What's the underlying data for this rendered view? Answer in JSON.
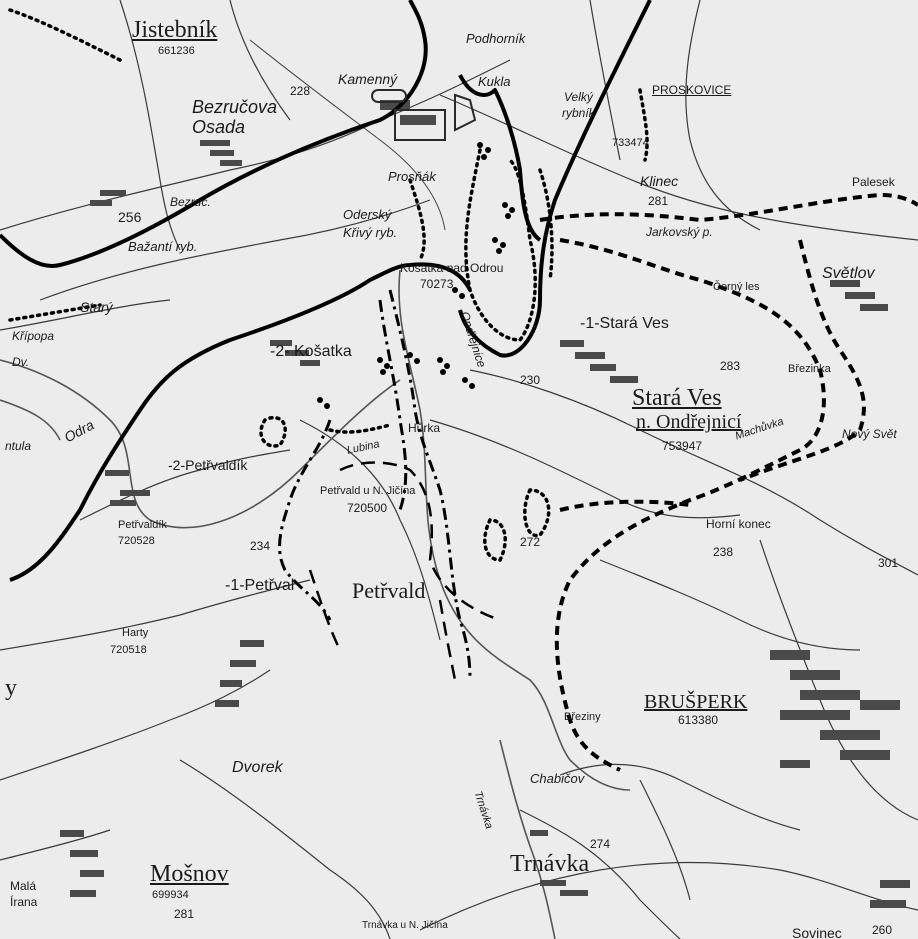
{
  "map": {
    "municipalities": {
      "jistebnik": {
        "name": "Jistebník",
        "code": "661236"
      },
      "proskovice": {
        "name": "PROSKOVICE",
        "code": "733474"
      },
      "stara_ves": {
        "name_line1": "Stará Ves",
        "name_line2": "n. Ondřejnicí",
        "code": "753947"
      },
      "petrvaldik": {
        "name": "Petřvaldík",
        "code": "720528"
      },
      "petrvald_jicin": {
        "name": "Petřvald u N. Jičína",
        "code": "720500"
      },
      "harty": {
        "name": "Harty",
        "code": "720518"
      },
      "brusperk": {
        "name": "BRUŠPERK",
        "code": "613380"
      },
      "mosnov": {
        "name": "Mošnov",
        "code": "699934"
      },
      "trnavka_jicin": {
        "name": "Trnávka u N. Jičína"
      }
    },
    "places": {
      "podhornik": "Podhorník",
      "kamenny": "Kamenný",
      "kukla": "Kukla",
      "velky_rybnik_1": "Velký",
      "velky_rybnik_2": "rybník",
      "bezrucova_1": "Bezručova",
      "bezrucova_2": "Osada",
      "bezruc": "Bezruč.",
      "bazanti": "Bažantí ryb.",
      "prosnak": "Prosňák",
      "odersky_1": "Oderský",
      "odersky_2": "Křivý ryb.",
      "kosatka_nad_odrou": "Košatka nad Odrou",
      "code_70273": "70273",
      "ondrejnice": "Ondřejnice",
      "klinec": "Klinec",
      "palesek": "Palesek",
      "jarkovsky": "Jarkovský p.",
      "cerny_les": "Černý les",
      "svetlov": "Světlov",
      "brezinka": "Březinka",
      "stara_ves_1": "-1-Stará Ves",
      "kosatka_2": "-2- Košatka",
      "stary": "Starý",
      "kripopa": "Křípopa",
      "dv": "Dv.",
      "ntula": "ntula",
      "odra": "Odra",
      "petrvaldik_2": "-2-Petřvaldík",
      "hurka": "Hůrka",
      "lubina": "Lubina",
      "machuvka": "Machůvka",
      "novy_svet": "Nový Svět",
      "horni_konec": "Horní konec",
      "petrval_1": "-1-Petřval",
      "petrvald": "Petřvald",
      "breziny": "Březiny",
      "dvorek": "Dvorek",
      "chabicov": "Chabičov",
      "trnavka_river": "Trnávka",
      "trnavka": "Trnávka",
      "mala_1": "Malá",
      "mala_2": "Írana",
      "sovinec": "Sovinec",
      "y_edge": "y"
    },
    "elevations": {
      "e228": "228",
      "e256": "256",
      "e281a": "281",
      "e230": "230",
      "e283": "283",
      "e234": "234",
      "e272": "272",
      "e238": "238",
      "e301": "301",
      "e274": "274",
      "e281b": "281",
      "e260": "260"
    },
    "colors": {
      "paper": "#ececec",
      "ink": "#1b1b1b",
      "road": "#3a3a3a",
      "builtup": "#4a4a4a",
      "boundary": "#000000"
    }
  }
}
